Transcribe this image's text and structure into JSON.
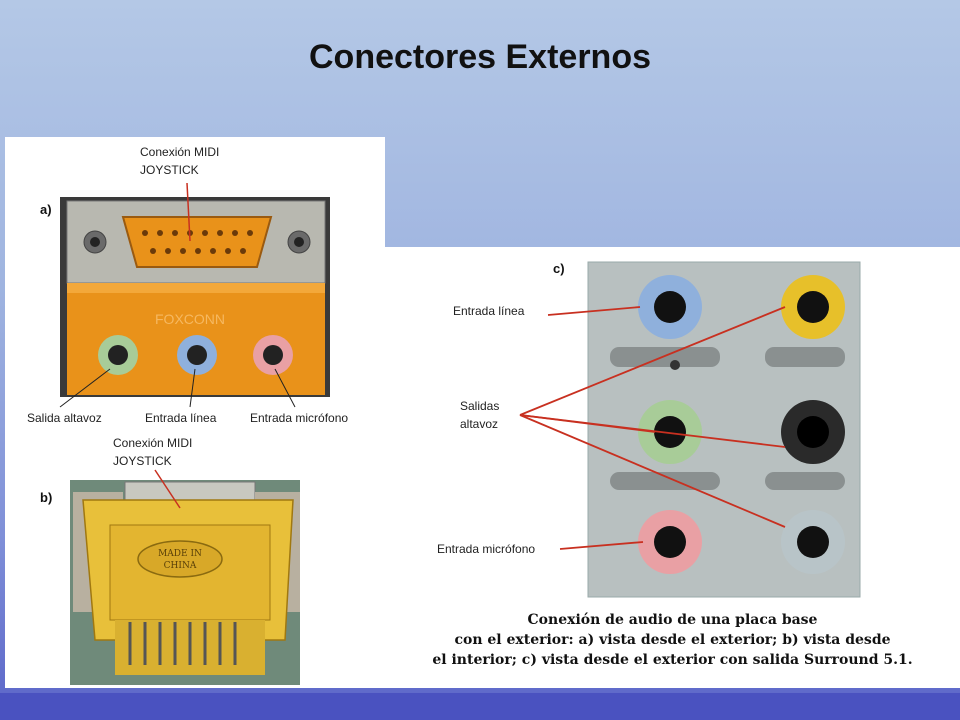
{
  "slide": {
    "title": "Conectores Externos"
  },
  "panel_a": {
    "tag": "a)",
    "midi_label_1": "Conexión MIDI",
    "midi_label_2": "JOYSTICK",
    "brand": "FOXCONN",
    "label_speaker": "Salida altavoz",
    "label_line_in": "Entrada línea",
    "label_mic": "Entrada micrófono"
  },
  "panel_b": {
    "tag": "b)",
    "midi_label_1": "Conexión MIDI",
    "midi_label_2": "JOYSTICK",
    "stamp_1": "MADE IN",
    "stamp_2": "CHINA"
  },
  "panel_c": {
    "tag": "c)",
    "label_line_in": "Entrada línea",
    "label_outputs_1": "Salidas",
    "label_outputs_2": "altavoz",
    "label_mic": "Entrada micrófono"
  },
  "caption": {
    "line1": "Conexión de audio de una placa base",
    "line2": "con el exterior: a) vista desde el exterior; b) vista desde",
    "line3": "el interior; c) vista desde el exterior con salida Surround 5.1."
  },
  "colors": {
    "jack_green": "#a8cc98",
    "jack_blue": "#8fb0dc",
    "jack_pink": "#e9a0a4",
    "jack_yellow": "#e7c02a",
    "jack_black": "#2a2a2a",
    "jack_grey": "#b8c4c8",
    "connector_orange": "#e9921a",
    "connector_yellow": "#e8c03a",
    "pointer_red": "#c83020"
  }
}
